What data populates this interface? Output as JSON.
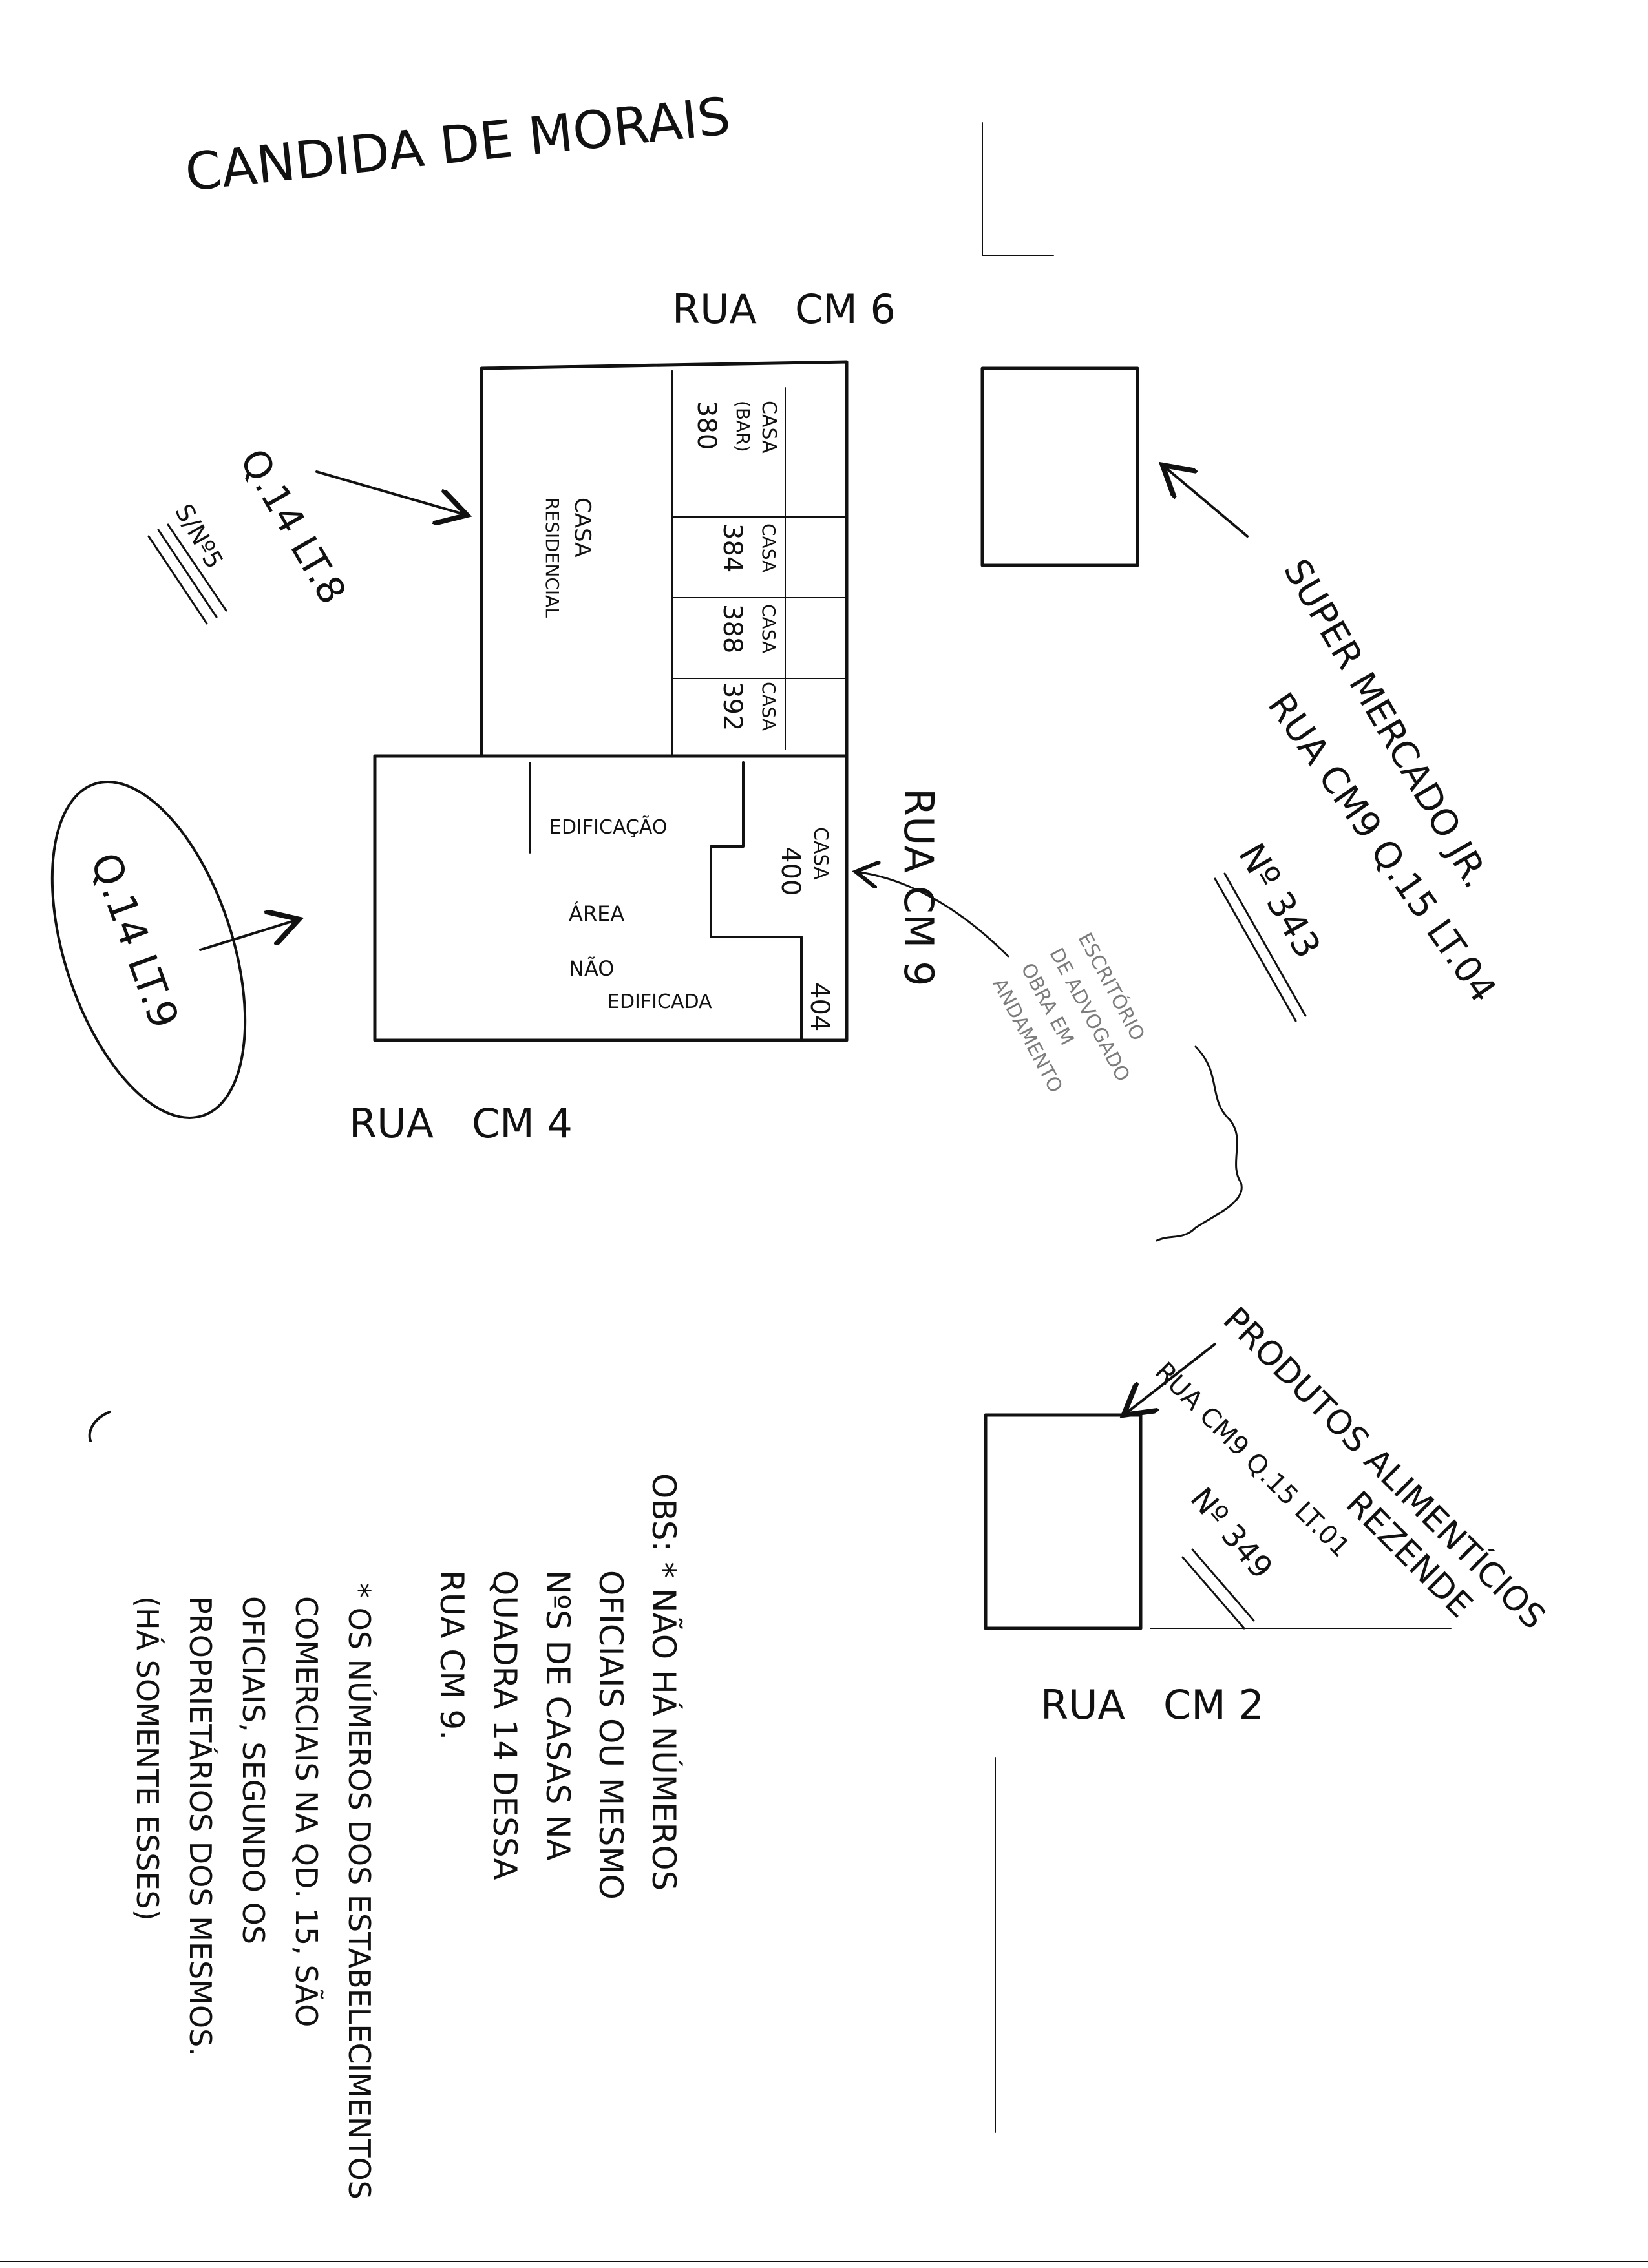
{
  "title": "CANDIDA DE MORAIS",
  "streets": {
    "top": "RUA   CM 6",
    "left_bottom": "RUA   CM 4",
    "right_vertical": "RUA CM 9",
    "bottom_right": "RUA   CM 2"
  },
  "left_block": {
    "lot_8": "Q.14  LT.8",
    "lot_8_number": "S/Nº5",
    "lot_9": "Q.14  LT.9"
  },
  "plan": {
    "casa_main": "CASA",
    "casa_main_sub": "RESIDENCIAL",
    "lots": [
      {
        "label": "CASA",
        "sub": "(BAR)",
        "number": "380"
      },
      {
        "label": "CASA",
        "sub": "",
        "number": "384"
      },
      {
        "label": "CASA",
        "sub": "",
        "number": "388"
      },
      {
        "label": "CASA",
        "sub": "",
        "number": "392"
      }
    ],
    "edificacao": "EDIFICAÇÃO",
    "area_lines": [
      "ÁREA",
      "NÃO",
      "EDIFICADA"
    ],
    "casa_side": "CASA",
    "number_400": "400",
    "number_404": "404"
  },
  "notes": {
    "supermercado": "SUPER MERCADO JR.",
    "supermercado_address": "RUA CM9  Q.15  LT.04",
    "supermercado_number": "Nº 343",
    "scribble_lines": [
      "ESCRITÓRIO",
      "DE ADVOGADO",
      "OBRA EM",
      "ANDAMENTO"
    ],
    "produtos": "PRODUTOS ALIMENTÍCIOS",
    "produtos_sub": "REZENDE",
    "produtos_address": "RUA CM9  Q.15  LT.01",
    "produtos_number": "Nº 349",
    "obs_lines": [
      "OBS: * NÃO HÁ NÚMEROS",
      "OFICIAIS OU MESMO",
      "NºS DE CASAS NA",
      "QUADRA 14 DESSA",
      "RUA CM 9.",
      "* OS NÚMEROS DOS ESTABELECIMENTOS",
      "COMERCIAIS NA QD. 15, SÃO",
      "OFICIAIS, SEGUNDO OS",
      "PROPRIETÁRIOS DOS MESMOS.",
      "(HÁ SOMENTE ESSES)"
    ]
  }
}
